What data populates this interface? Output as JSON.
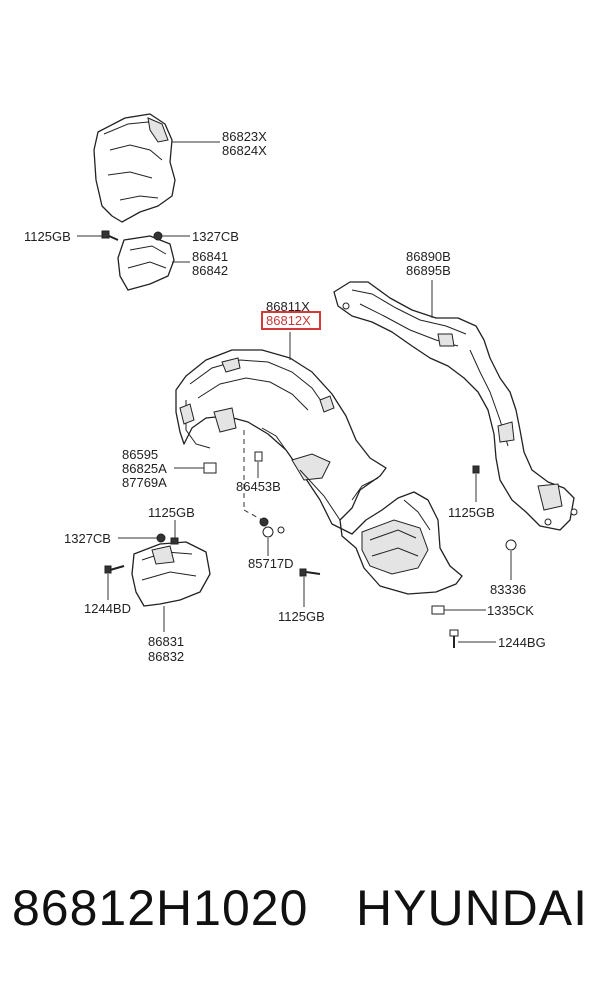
{
  "labels": {
    "l86823x": "86823X",
    "l86824x": "86824X",
    "l1125gb_a": "1125GB",
    "l1327cb_a": "1327CB",
    "l86841": "86841",
    "l86842": "86842",
    "l86890b": "86890B",
    "l86895b": "86895B",
    "l86811x": "86811X",
    "l86812x": "86812X",
    "l86595": "86595",
    "l86825a": "86825A",
    "l87769a": "87769A",
    "l86453b": "86453B",
    "l1125gb_b": "1125GB",
    "l1125gb_c": "1125GB",
    "l1327cb_b": "1327CB",
    "l1244bd": "1244BD",
    "l57717d": "85717D",
    "l1125gb_d": "1125GB",
    "l83336": "83336",
    "l1335ck": "1335CK",
    "l1244bg": "1244BG",
    "l86831": "86831",
    "l86832": "86832"
  },
  "footer": {
    "part_number": "86812H1020",
    "brand": "HYUNDAI"
  },
  "highlight_color": "#d23a3a"
}
